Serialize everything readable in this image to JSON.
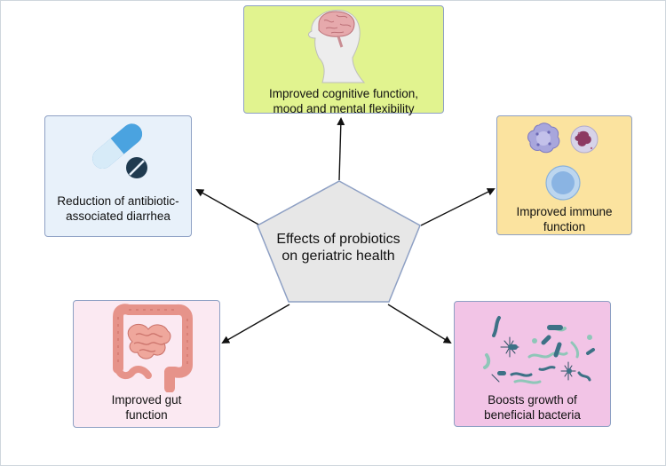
{
  "center": {
    "label_line1": "Effects of probiotics",
    "label_line2": "on geriatric health"
  },
  "effects": {
    "cognitive": {
      "line1": "Improved cognitive function,",
      "line2": "mood and mental flexibility",
      "icon": "human-head-brain-icon"
    },
    "antibiotic": {
      "line1": "Reduction of antibiotic-",
      "line2": "associated diarrhea",
      "icon": "pill-capsule-tablet-icon"
    },
    "immune": {
      "line1": "Improved immune",
      "line2": "function",
      "icon": "immune-cells-icon"
    },
    "gut": {
      "line1": "Improved gut",
      "line2": "function",
      "icon": "intestine-icon"
    },
    "bacteria": {
      "line1": "Boosts growth of",
      "line2": "beneficial bacteria",
      "icon": "bacteria-icon"
    }
  },
  "colors": {
    "pentagon_fill": "#e7e7e7",
    "border": "#8ea0c4",
    "cognitive_bg": "#e1f38f",
    "antibiotic_bg": "#e8f1fa",
    "immune_bg": "#fbe39f",
    "gut_bg": "#fbe9f2",
    "bacteria_bg": "#f2c4e6"
  }
}
